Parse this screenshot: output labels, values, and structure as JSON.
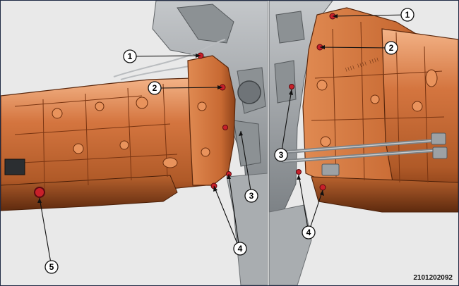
{
  "figure": {
    "id": "2101202092",
    "panels": [
      {
        "name": "left-view",
        "callouts": [
          {
            "label": "1"
          },
          {
            "label": "2"
          },
          {
            "label": "3"
          },
          {
            "label": "4"
          },
          {
            "label": "5"
          }
        ]
      },
      {
        "name": "right-view",
        "callouts": [
          {
            "label": "1"
          },
          {
            "label": "2"
          },
          {
            "label": "3"
          },
          {
            "label": "4"
          }
        ]
      }
    ]
  },
  "colors": {
    "housing": "#d4753f",
    "housing_dark": "#8a3f17",
    "housing_light": "#f0a877",
    "engine_grey": "#9ea3a7",
    "background": "#e9e9e9",
    "fastener_red": "#c8202a",
    "outline": "#1f2a44"
  }
}
